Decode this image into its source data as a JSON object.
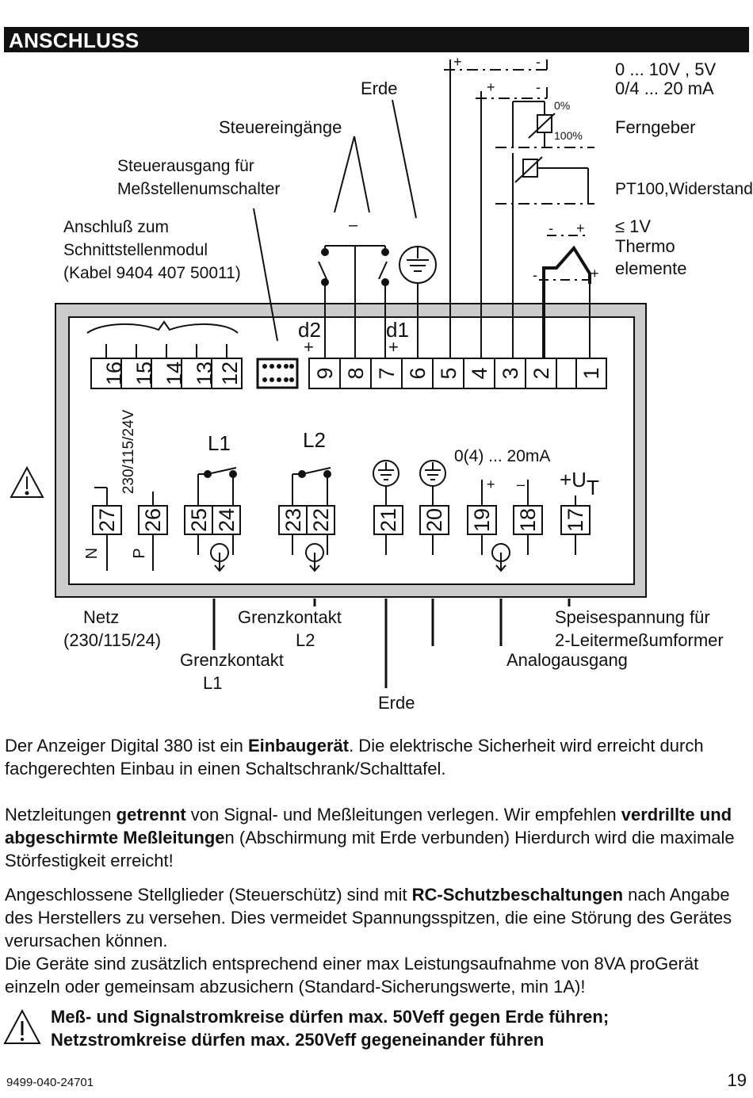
{
  "header": {
    "title": "ANSCHLUSS"
  },
  "labels": {
    "steuereingaenge": "Steuereingänge",
    "erde_top": "Erde",
    "range_v": "0 ... 10V , 5V",
    "range_ma": "0/4 ... 20 mA",
    "pct0": "0%",
    "pct100": "100%",
    "ferngeber": "Ferngeber",
    "steuerausgang_1": "Steuerausgang für",
    "steuerausgang_2": "Meßstellenumschalter",
    "pt100": "PT100,Widerstand",
    "anschluss_1": "Anschluß zum",
    "anschluss_2": "Schnittstellenmodul",
    "anschluss_3": "(Kabel 9404 407 50011)",
    "thermo_1": "≤ 1V",
    "thermo_2": "Thermo",
    "thermo_3": "elemente",
    "d2": "d2",
    "d1": "d1",
    "voltage": "230/115/24V",
    "l1": "L1",
    "l2": "L2",
    "current_out": "0(4) ... 20mA",
    "ut": "+U",
    "ut_sub": "T",
    "n": "N",
    "p": "P",
    "netz_1": "Netz",
    "netz_2": "(230/115/24)",
    "grenz_l2_1": "Grenzkontakt",
    "grenz_l2_2": "L2",
    "grenz_l1_1": "Grenzkontakt",
    "grenz_l1_2": "L1",
    "erde_bottom": "Erde",
    "speise_1": "Speisespannung für",
    "speise_2": "2-Leitermeßumformer",
    "analog": "Analogausgang"
  },
  "terminals_top": [
    "16",
    "15",
    "14",
    "13",
    "12",
    "9",
    "8",
    "7",
    "6",
    "5",
    "4",
    "3",
    "2",
    "1"
  ],
  "terminals_bottom": [
    "27",
    "26",
    "25",
    "24",
    "23",
    "22",
    "21",
    "20",
    "19",
    "18",
    "17"
  ],
  "paragraphs": {
    "p1_a": "Der Anzeiger Digital 380 ist ein ",
    "p1_b": "Einbaugerät",
    "p1_c": ". Die elektrische Sicherheit wird erreicht durch fachgerechten Einbau in einen Schaltschrank/Schalttafel.",
    "p2_a": "Netzleitungen ",
    "p2_b": "getrennt",
    "p2_c": " von Signal- und Meßleitungen verlegen. Wir empfehlen ",
    "p2_d": "verdrillte und abgeschirmte Meßleitunge",
    "p2_e": "n (Abschirmung mit Erde verbunden) Hierdurch wird die maximale Störfestigkeit erreicht!",
    "p3_a": "Angeschlossene Stellglieder (Steuerschütz) sind mit ",
    "p3_b": "RC-Schutzbeschaltungen",
    "p3_c": " nach Angabe des Herstellers zu versehen. Dies  vermeidet Spannungsspitzen, die eine Störung des Gerätes verursachen können.",
    "p4": "Die Geräte sind zusätzlich entsprechend einer max Leistungsaufnahme von 8VA proGerät einzeln oder gemeinsam abzusichern (Standard-Sicherungswerte, min 1A)!",
    "warn1": "Meß- und Signalstromkreise dürfen max. 50Veff gegen Erde führen;",
    "warn2": "Netzstromkreise dürfen max. 250Veff gegeneinander führen"
  },
  "footer": {
    "doc_number": "9499-040-24701",
    "page": "19"
  }
}
